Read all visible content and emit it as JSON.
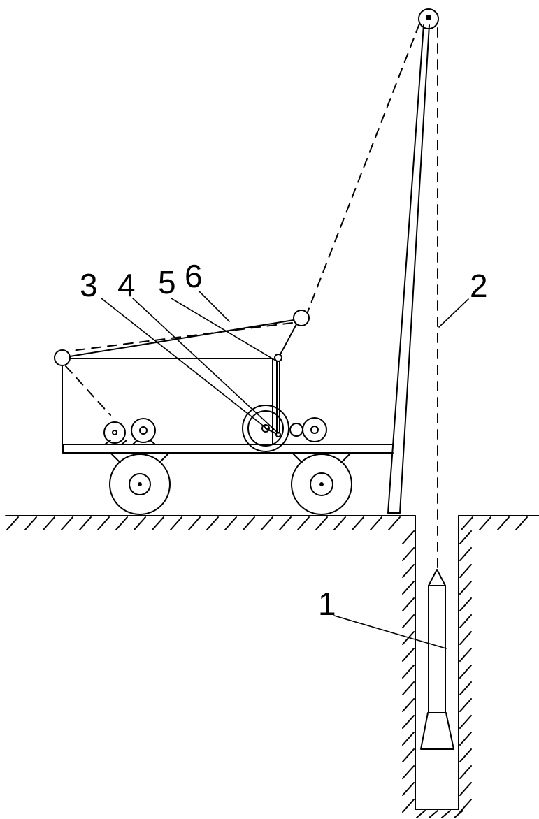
{
  "callouts": {
    "c1": "1",
    "c2": "2",
    "c3": "3",
    "c4": "4",
    "c5": "5",
    "c6": "6"
  },
  "colors": {
    "ink": "#000000",
    "paper": "#ffffff"
  }
}
